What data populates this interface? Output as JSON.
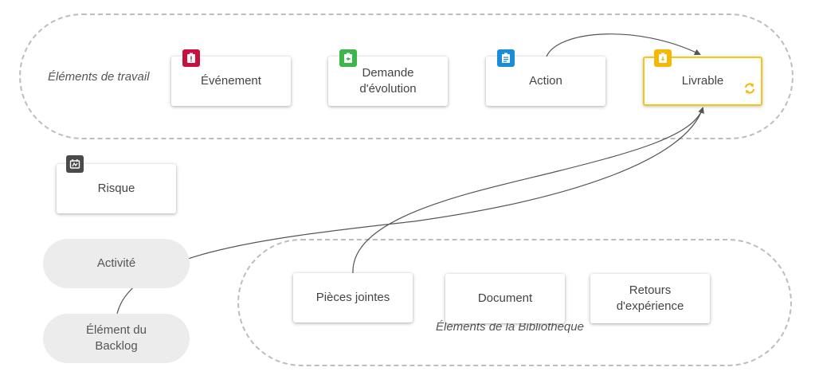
{
  "groups": {
    "work_items": "Éléments de travail",
    "library": "Éléments de la Bibliothèque"
  },
  "cards": {
    "evenement": "Événement",
    "demande": "Demande d'évolution",
    "action": "Action",
    "livrable": "Livrable",
    "risque": "Risque",
    "pieces": "Pièces jointes",
    "document": "Document",
    "retours": "Retours d'expérience"
  },
  "pills": {
    "activite": "Activité",
    "backlog": "Élément du Backlog"
  },
  "icons": {
    "evenement": "alert-clipboard-icon",
    "demande": "back-arrow-clipboard-icon",
    "action": "clipboard-list-icon",
    "livrable": "download-clipboard-icon",
    "risque": "risk-icon",
    "selected_status": "refresh-icon"
  },
  "colors": {
    "evenement": "#c8103e",
    "demande": "#3db54a",
    "action": "#1a8cd8",
    "livrable": "#f5b800",
    "risque": "#4a4a4a",
    "selected_border": "#f5c518"
  }
}
